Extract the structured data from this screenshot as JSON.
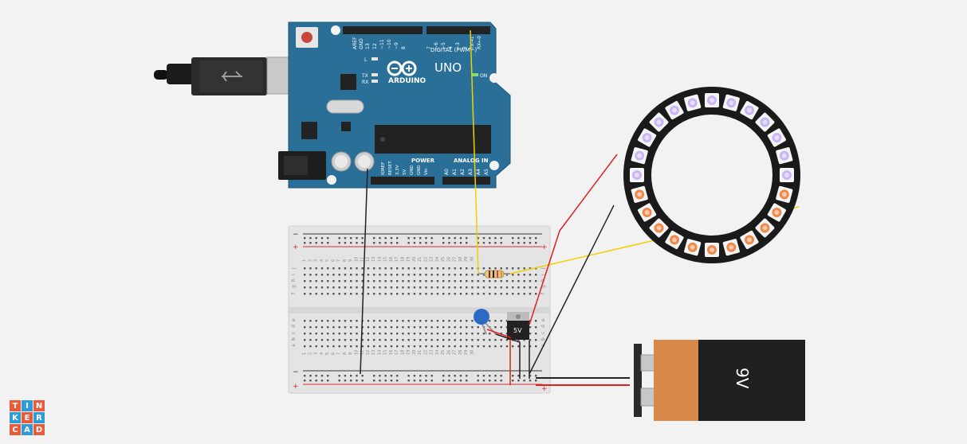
{
  "board": {
    "brand": "ARDUINO",
    "model": "UNO",
    "digital_label": "DIGITAL (PWM~)",
    "power_label": "POWER",
    "analog_label": "ANALOG IN",
    "on_label": "ON",
    "aref": "AREF",
    "gnd": "GND",
    "tx": "TX",
    "rx": "RX",
    "l": "L",
    "digital_pins": [
      "13",
      "12",
      "~11",
      "~10",
      "~9",
      "8",
      "7",
      "~6",
      "~5",
      "4",
      "~3",
      "2",
      "TX→1",
      "RX←0"
    ],
    "power_pins": [
      "IOREF",
      "RESET",
      "3.3V",
      "5V",
      "GND",
      "GND",
      "Vin"
    ],
    "analog_pins": [
      "A0",
      "A1",
      "A2",
      "A3",
      "A4",
      "A5"
    ]
  },
  "regulator": {
    "label": "5V"
  },
  "battery": {
    "label": "9V"
  },
  "breadboard": {
    "column_numbers": [
      "1",
      "2",
      "3",
      "4",
      "5",
      "6",
      "7",
      "8",
      "9",
      "10",
      "11",
      "12",
      "13",
      "14",
      "15",
      "16",
      "17",
      "18",
      "19",
      "20",
      "21",
      "22",
      "23",
      "24",
      "25",
      "26",
      "27",
      "28",
      "29",
      "30"
    ],
    "row_letters_top": [
      "a",
      "b",
      "c",
      "d",
      "e"
    ],
    "row_letters_bottom": [
      "f",
      "g",
      "h",
      "i",
      "j"
    ],
    "minus": "−",
    "plus": "+"
  },
  "logo": {
    "letters": [
      "T",
      "I",
      "N",
      "K",
      "E",
      "R",
      "C",
      "A",
      "D"
    ]
  },
  "colors": {
    "background": "#f2f2f2",
    "board": "#2a6f98",
    "wire_yellow": "#f0d000",
    "wire_red": "#e02020",
    "wire_black": "#222222",
    "led_purple": "#c9b6f5",
    "led_orange": "#f08a4b"
  }
}
